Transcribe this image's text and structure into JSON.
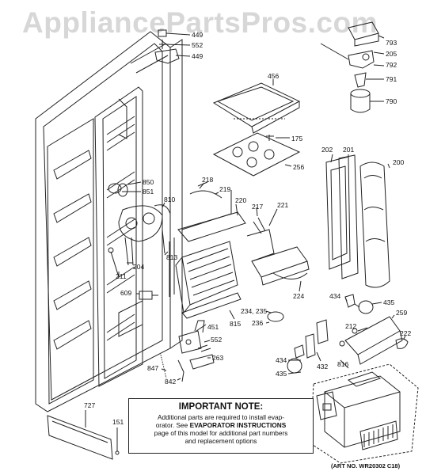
{
  "watermark": "AppliancePartsPros.com",
  "note": {
    "title": "IMPORTANT NOTE:",
    "line1": "Additional parts are required to install evap-",
    "line2_pre": "orator.  See ",
    "line2_bold": "EVAPORATOR INSTRUCTIONS",
    "line3": "page of this model for additional part numbers",
    "line4": "and replacement options"
  },
  "art_number": "(ART NO. WR20302 C18)",
  "callouts": {
    "c449a": "449",
    "c552a": "552",
    "c449b": "449",
    "c793": "793",
    "c205": "205",
    "c792": "792",
    "c791": "791",
    "c790": "790",
    "c456": "456",
    "c175": "175",
    "c256": "256",
    "c202": "202",
    "c201": "201",
    "c200": "200",
    "c850": "850",
    "c851": "851",
    "c810": "810",
    "c218": "218",
    "c219": "219",
    "c220": "220",
    "c217": "217",
    "c221": "221",
    "c211": "211",
    "c204": "204",
    "c813": "813",
    "c609": "609",
    "c815": "815",
    "c224": "224",
    "c234": "234, 235",
    "c236": "236",
    "c434a": "434",
    "c435a": "435",
    "c212": "212",
    "c259": "259",
    "c222": "222",
    "c451": "451",
    "c552b": "552",
    "c263": "263",
    "c847": "847",
    "c842": "842",
    "c434b": "434",
    "c435b": "435",
    "c432": "432",
    "c816": "816",
    "c727": "727",
    "c151": "151"
  }
}
